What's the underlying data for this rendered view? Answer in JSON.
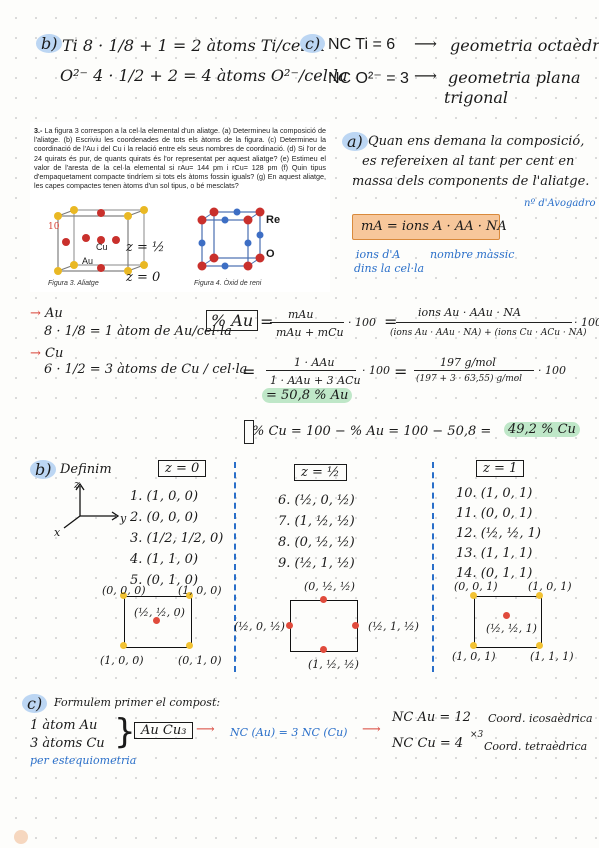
{
  "top": {
    "b_label": "b)",
    "ti_line": "Ti  8 · 1/8 + 1 = 2 àtoms Ti/cel·la",
    "o_line": "O²⁻  4 · 1/2 + 2 = 4 àtoms O²⁻/cel·la",
    "c_label": "c)",
    "nc_ti": "NC Ti = 6",
    "geom_ti": "geometria octaèdrica",
    "nc_o": "NC O²⁻ = 3",
    "geom_o_1": "geometria plana",
    "geom_o_2": "trigonal"
  },
  "excerpt": {
    "number": "3.-",
    "text": "La figura 3 correspon a la cel·la elemental d'un aliatge. (a) Determineu la composició de l'aliatge. (b) Escriviu les coordenades de tots els àtoms de la figura. (c) Determineu la coordinació de l'Au i del Cu i la relació entre els seus nombres de coordinació. (d) Si l'or de 24 quirats és pur, de quants quirats és l'or representat per aquest aliatge? (e) Estimeu el valor de l'aresta de la cel·la elemental si rAu= 144 pm i rCu= 128 pm (f) Quin tipus d'empaquetament compacte tindríem si tots els àtoms fossin iguals? (g) En aquest aliatge, les capes compactes tenen àtoms d'un sol tipus, o bé mesclats?",
    "fig3_caption": "Figura 3. Aliatge",
    "fig4_caption": "Figura 4. Òxid de reni",
    "fig3_z_half": "z = ½",
    "fig3_z_zero": "z = 0",
    "fig3_num": "10",
    "fig3_au": "Au",
    "fig3_cu": "Cu",
    "fig4_re": "Re",
    "fig4_o": "O"
  },
  "part_a": {
    "label": "a)",
    "line1": "Quan ens demana la composició,",
    "line2": "es refereixen al tant per cent en",
    "line3": "massa dels components de l'aliatge.",
    "formula": "mA = ions A · AA · NA",
    "avogadro": "nº d'Avogadro",
    "ions_note_1": "ions d'A",
    "ions_note_2": "dins la cel·la",
    "mass_note": "nombre màssic",
    "au_head": "Au",
    "au_calc": "8 · 1/8 = 1 àtom de Au/cel·la",
    "cu_head": "Cu",
    "cu_calc": "6 · 1/2 = 3 àtoms de Cu / cel·la",
    "pct_au": "% Au",
    "frac1_num": "mAu",
    "frac1_den": "mAu + mCu",
    "times100": "· 100",
    "frac2_num": "ions Au · AAu · NA",
    "frac2_den": "(ions Au · AAu · NA) + (ions Cu · ACu · NA)",
    "frac3_num": "1 · AAu",
    "frac3_den": "1 · AAu + 3 ACu",
    "frac4_num": "197 g/mol",
    "frac4_den": "(197 + 3 · 63,55) g/mol",
    "result_au": "= 50,8 % Au",
    "pct_cu": "% Cu = 100 − % Au = 100 − 50,8 =",
    "result_cu": "49,2 % Cu"
  },
  "part_b": {
    "label": "b)",
    "title": "Definim",
    "axis_z": "z",
    "axis_y": "y",
    "axis_x": "x",
    "col1_head": "z = 0",
    "col1": [
      "1. (1, 0, 0)",
      "2. (0, 0, 0)",
      "3. (1/2, 1/2, 0)",
      "4. (1, 1, 0)",
      "5. (0, 1, 0)"
    ],
    "col2_head": "z = ½",
    "col2": [
      "6. (½, 0, ½)",
      "7. (1, ½, ½)",
      "8. (0, ½, ½)",
      "9. (½, 1, ½)"
    ],
    "col3_head": "z = 1",
    "col3": [
      "10. (1, 0, 1)",
      "11. (0, 0, 1)",
      "12. (½, ½, 1)",
      "13. (1, 1, 1)",
      "14. (0, 1, 1)"
    ],
    "sq1": {
      "tl": "(0, 0, 0)",
      "tr": "(1, 0, 0)",
      "bl": "(1, 0, 0)",
      "br": "(0, 1, 0)",
      "center": "(½, ½, 0)"
    },
    "sq2": {
      "top": "(0, ½, ½)",
      "left": "(½, 0, ½)",
      "right": "(½, 1, ½)",
      "bottom": "(1, ½, ½)"
    },
    "sq3": {
      "tl": "(0, 0, 1)",
      "tr": "(1, 0, 1)",
      "bl": "(1, 0, 1)",
      "br": "(1, 1, 1)",
      "center": "(½, ½, 1)"
    }
  },
  "part_c": {
    "label": "c)",
    "title": "Formulem primer el compost:",
    "line1": "1 àtom Au",
    "line2": "3 àtoms Cu",
    "note": "per estequiometria",
    "formula": "Au Cu₃",
    "relation": "NC (Au) = 3 NC (Cu)",
    "nc_au": "NC Au = 12",
    "nc_au_desc": "Coord. icosaèdrica",
    "x3": "×3",
    "nc_cu": "NC Cu = 4",
    "nc_cu_desc": "Coord. tetraèdrica"
  }
}
